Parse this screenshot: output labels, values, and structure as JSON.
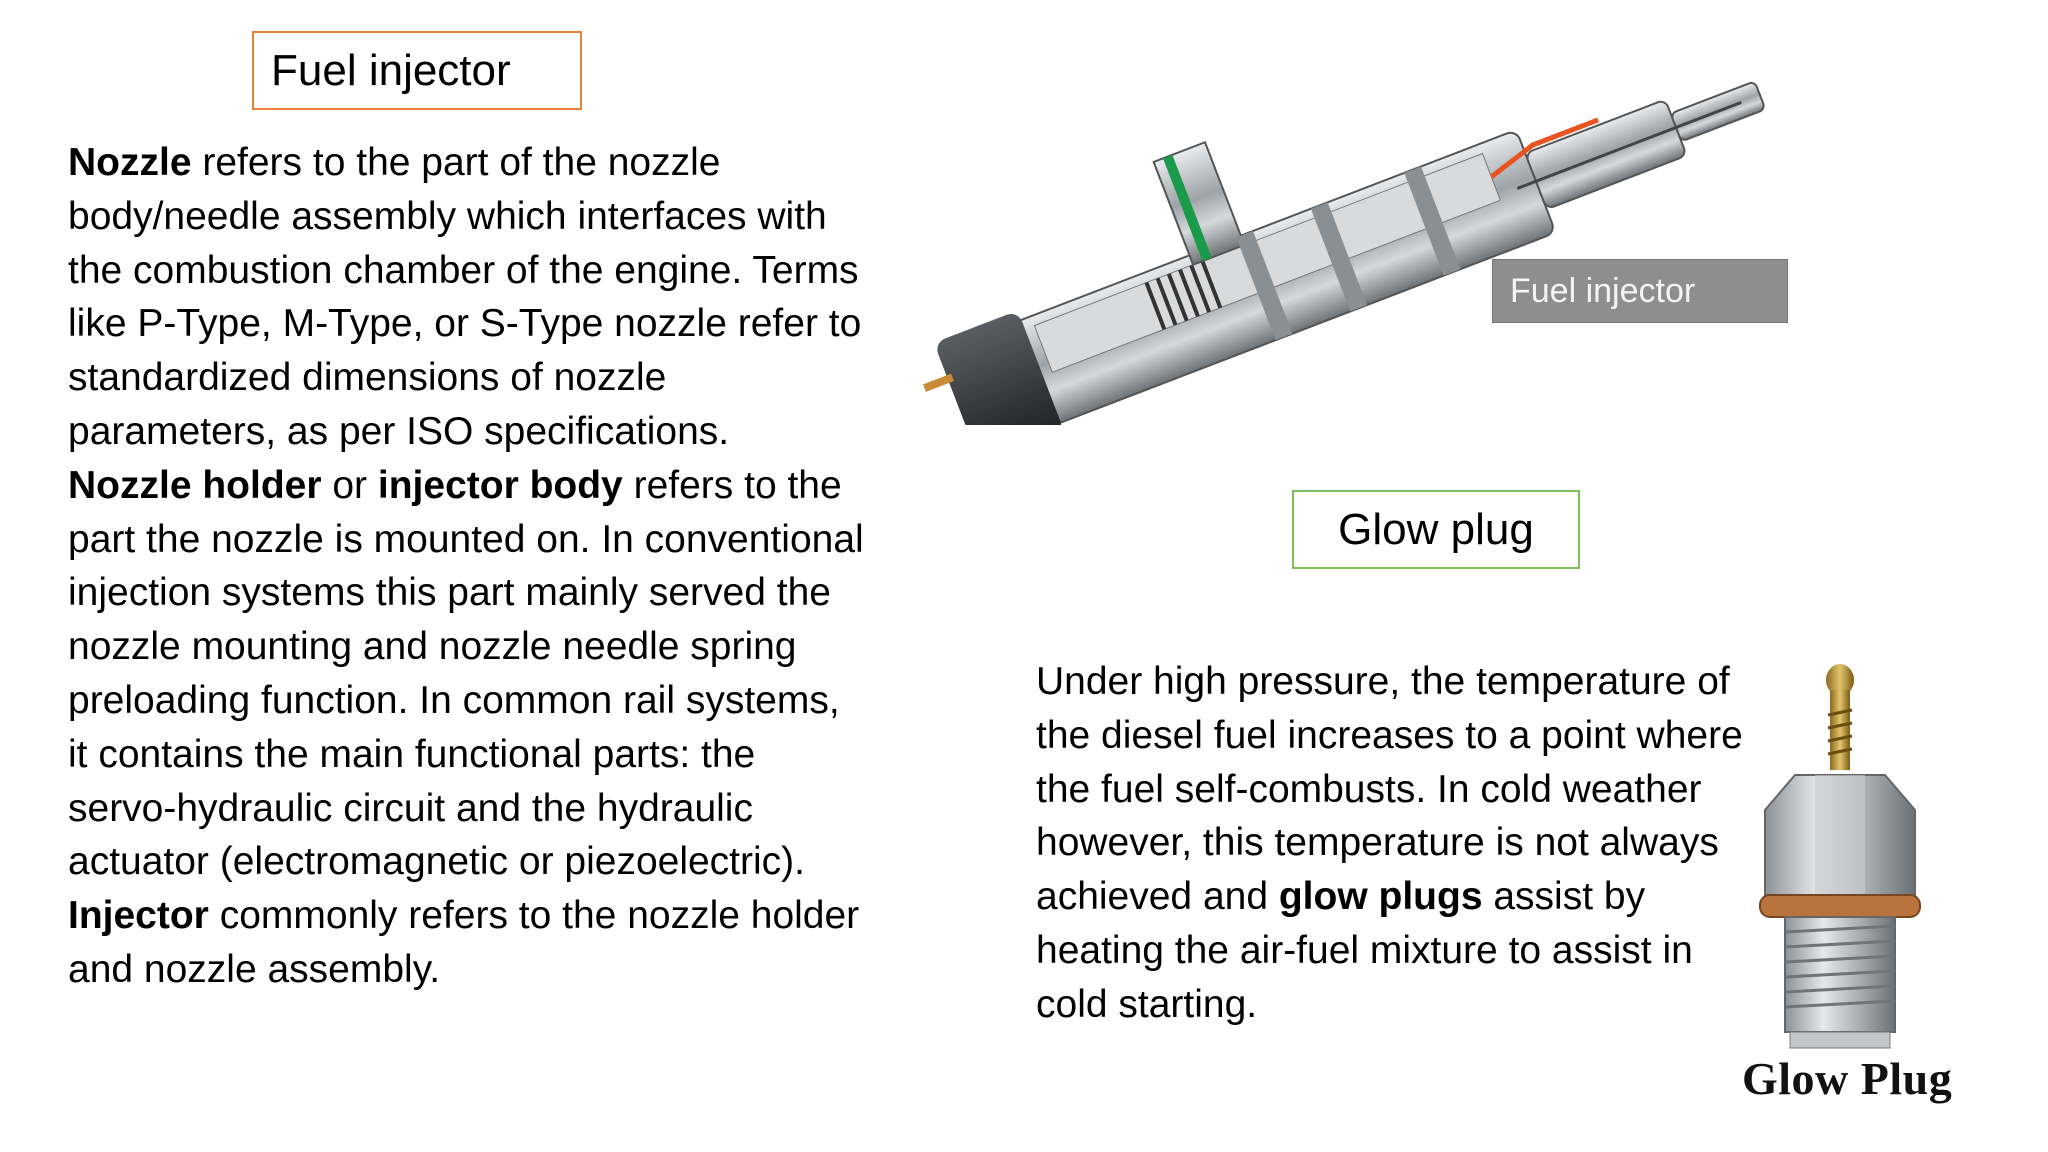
{
  "left": {
    "title": "Fuel injector",
    "paragraphs": [
      {
        "bold": "Nozzle",
        "text": " refers to the part of the nozzle body/needle assembly which interfaces with the combustion chamber of the engine. Terms like P-Type, M-Type, or S-Type nozzle refer to standardized dimensions of nozzle parameters, as per ISO specifications."
      },
      {
        "bold": "Nozzle holder",
        "mid": " or ",
        "bold2": "injector body",
        "text": " refers to the part the nozzle is mounted on. In conventional injection systems this part mainly served the nozzle mounting and nozzle needle spring preloading function. In common rail systems, it contains the main functional parts: the servo-hydraulic circuit and the hydraulic actuator (electromagnetic or piezoelectric)."
      },
      {
        "bold": "Injector",
        "text": " commonly refers to the nozzle holder and nozzle assembly."
      }
    ]
  },
  "injector_image": {
    "label": "Fuel injector",
    "icon": "fuel-injector-cutaway-illustration",
    "colors": {
      "green": "#1a9a4a",
      "orange": "#e8531f",
      "metal": "#b8bcc0"
    }
  },
  "right": {
    "title": "Glow plug",
    "text_before": "Under high pressure, the temperature of the diesel fuel increases to a point where the fuel self-combusts. In cold weather however, this temperature is not always achieved and ",
    "bold": "glow plugs",
    "text_after": " assist by heating the air-fuel mixture to assist in cold starting."
  },
  "glow_image": {
    "caption": "Glow Plug",
    "icon": "glow-plug-illustration"
  },
  "colors": {
    "left_box_border": "#e8823a",
    "right_box_border": "#7dbf5a",
    "label_bg": "#8e8e8e"
  }
}
